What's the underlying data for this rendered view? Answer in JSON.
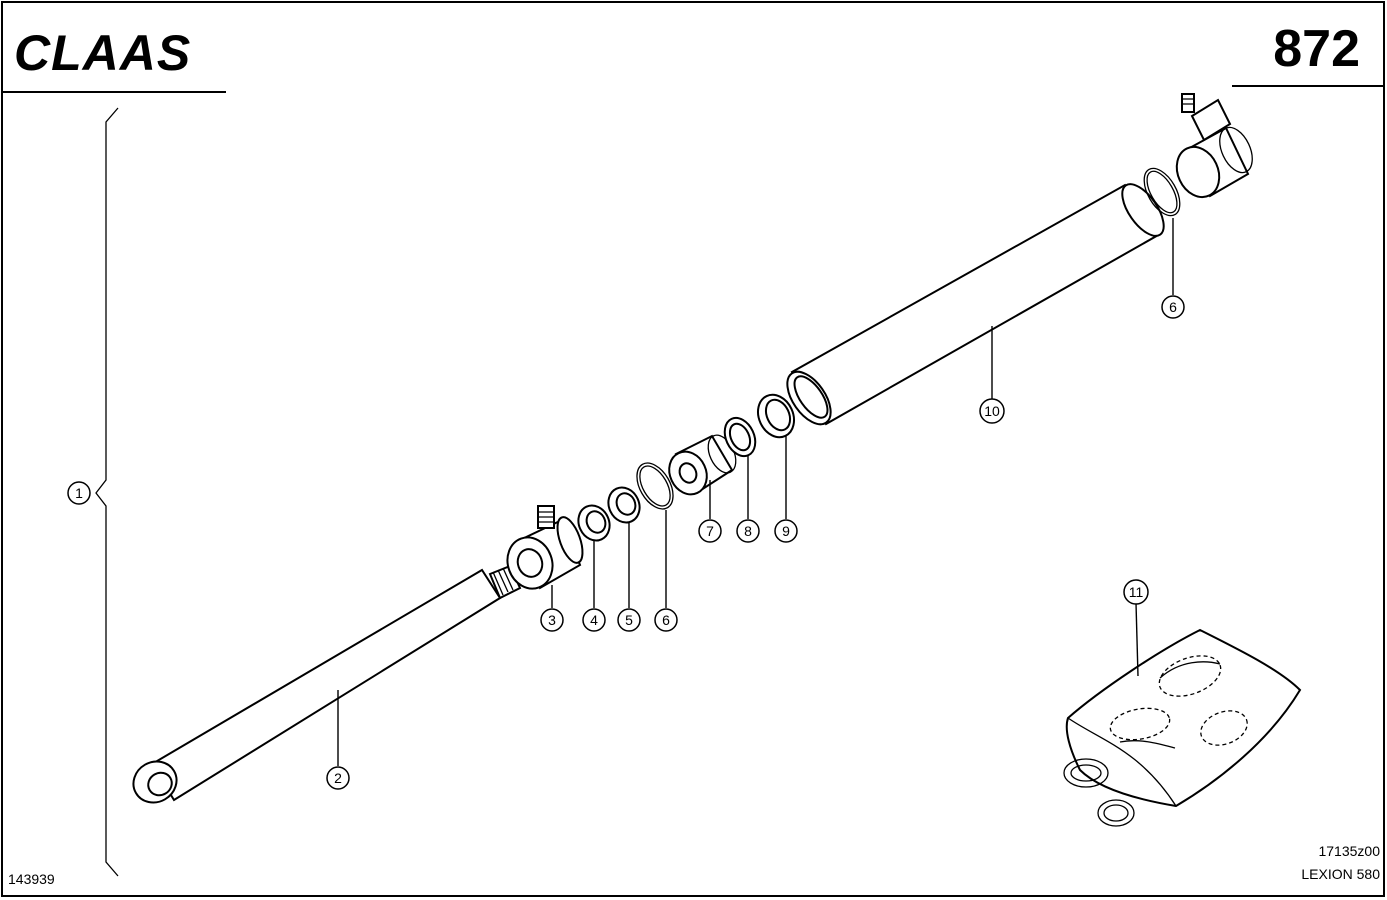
{
  "brand": "CLAAS",
  "page_number": "872",
  "drawing_number": "17135z00",
  "model": "LEXION 580",
  "sheet_id": "143939",
  "callouts": [
    "1",
    "2",
    "3",
    "4",
    "5",
    "6",
    "6",
    "7",
    "8",
    "9",
    "10",
    "11"
  ]
}
